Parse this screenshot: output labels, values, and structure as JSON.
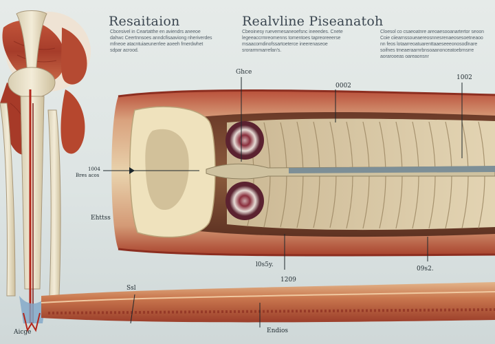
{
  "headers": {
    "left_title": "Resaitaion",
    "center_title": "Realvline Piseanatoh"
  },
  "paragraphs": {
    "left": "Cbcesivel in Ceartatthe en aviendrs aneeoe\ndahwc Ceertnnsoes anndcfisaaviong nheriverdes\nmfneoe atacntuiaeunerrlee aoeeh fmerdwhet\nsdpar acrood.",
    "center": "Cbeoinesy ruevemesaneoefsnc ineeedes. Cnete\nlegeeaccrmreomenns tomentoes tapreoreeerse\nmsaacomdinofssartoeterce ineerenaseoe\nsrorarmmarrefan's.",
    "right": "Cloesol co csaeoatnre areoaesooanartertor seoon\nCoie ciiearnssoueaereosnnesrenaeosesoetneaoo\nnn feos lotaarreoatuarenttaaeseeeonosodlnare\nsoifnes tmeaeraarnrbnsoaanonceatoebrnsrre\naorarooeas oareaonsnr"
  },
  "callouts": {
    "top_left": "Ghce",
    "top_mid": "0002",
    "top_right": "1002",
    "left_upper_1": "1004",
    "left_upper_2": "Bres acos",
    "left_mid": "Ehttss",
    "bottom_mid_1": "l0s5y.",
    "bottom_mid_2": "1209",
    "bottom_right": "09s2.",
    "bottom_left": "Ssl",
    "base_left": "Aicge",
    "base_center": "Endios"
  }
}
